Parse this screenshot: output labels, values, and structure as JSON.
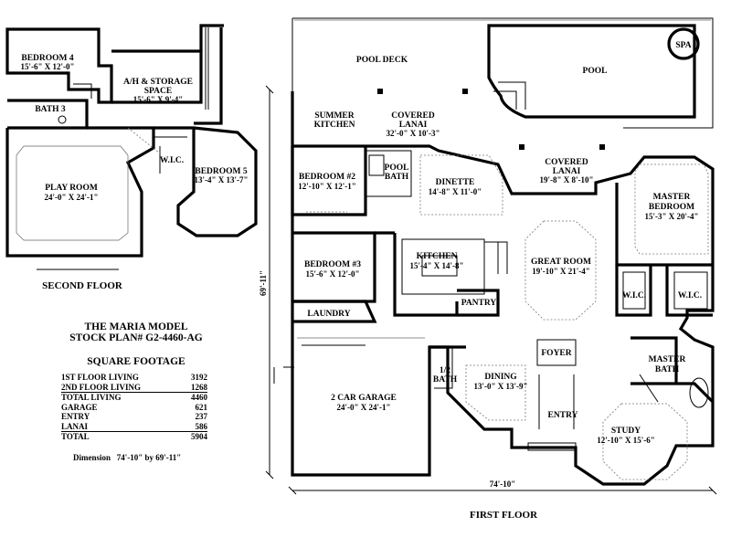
{
  "second_floor": {
    "label": "SECOND FLOOR",
    "rooms": {
      "bedroom4": {
        "name": "BEDROOM 4",
        "dim": "15'-6\" X 12'-0\""
      },
      "ah_storage": {
        "name1": "A/H & STORAGE",
        "name2": "SPACE",
        "dim": "15'-6\" X 9'-4\""
      },
      "bath3": {
        "name": "BATH 3"
      },
      "play_room": {
        "name": "PLAY ROOM",
        "dim": "24'-0\" X 24'-1\""
      },
      "wic": {
        "name": "W.I.C."
      },
      "bedroom5": {
        "name": "BEDROOM 5",
        "dim": "13'-4\" X 13'-7\""
      }
    }
  },
  "first_floor": {
    "label": "FIRST FLOOR",
    "rooms": {
      "pool_deck": {
        "name": "POOL DECK"
      },
      "pool": {
        "name": "POOL"
      },
      "spa": {
        "name": "SPA"
      },
      "summer_kitchen": {
        "name1": "SUMMER",
        "name2": "KITCHEN"
      },
      "covered_lanai_1": {
        "name1": "COVERED",
        "name2": "LANAI",
        "dim": "32'-0\" X 10'-3\""
      },
      "covered_lanai_2": {
        "name1": "COVERED",
        "name2": "LANAI",
        "dim": "19'-8\" X 8'-10\""
      },
      "bedroom2": {
        "name": "BEDROOM #2",
        "dim": "12'-10\" X 12'-1\""
      },
      "pool_bath": {
        "name1": "POOL",
        "name2": "BATH"
      },
      "dinette": {
        "name": "DINETTE",
        "dim": "14'-8\" X 11'-0\""
      },
      "master_bedroom": {
        "name1": "MASTER",
        "name2": "BEDROOM",
        "dim": "15'-3\" X 20'-4\""
      },
      "bedroom3": {
        "name": "BEDROOM #3",
        "dim": "15'-6\" X 12'-0\""
      },
      "kitchen": {
        "name": "KITCHEN",
        "dim": "15'-4\" X 14'-8\""
      },
      "great_room": {
        "name": "GREAT ROOM",
        "dim": "19'-10\" X 21'-4\""
      },
      "pantry": {
        "name": "PANTRY"
      },
      "wic1": {
        "name": "W.I.C."
      },
      "wic2": {
        "name": "W.I.C."
      },
      "laundry": {
        "name": "LAUNDRY"
      },
      "foyer": {
        "name": "FOYER"
      },
      "master_bath": {
        "name1": "MASTER",
        "name2": "BATH"
      },
      "half_bath": {
        "name1": "1/2",
        "name2": "BATH"
      },
      "dining": {
        "name": "DINING",
        "dim": "13'-0\" X 13'-9\""
      },
      "garage": {
        "name": "2 CAR GARAGE",
        "dim": "24'-0\" X 24'-1\""
      },
      "entry": {
        "name": "ENTRY"
      },
      "study": {
        "name": "STUDY",
        "dim": "12'-10\" X 15'-6\""
      }
    },
    "overall_width": "74'-10\"",
    "overall_depth": "69'-11\""
  },
  "model": {
    "title": "THE MARIA MODEL",
    "stock_plan": "STOCK PLAN# G2-4460-AG",
    "footage_heading": "SQUARE FOOTAGE",
    "rows": [
      {
        "label": "1ST FLOOR LIVING",
        "value": "3192"
      },
      {
        "label": "2ND FLOOR LIVING",
        "value": "1268"
      },
      {
        "label": "TOTAL LIVING",
        "value": "4460"
      },
      {
        "label": "GARAGE",
        "value": "621"
      },
      {
        "label": "ENTRY",
        "value": "237"
      },
      {
        "label": "LANAI",
        "value": "586"
      },
      {
        "label": "TOTAL",
        "value": "5904"
      }
    ],
    "dimension_label": "Dimension",
    "dimension_value": "74'-10\" by 69'-11\""
  }
}
